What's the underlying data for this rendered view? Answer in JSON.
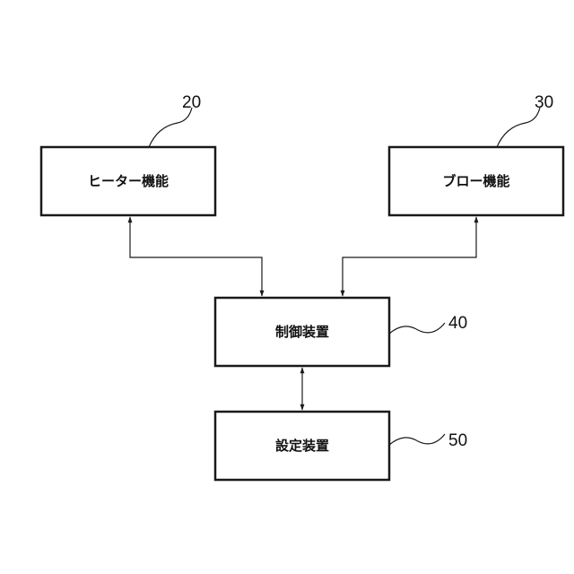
{
  "blocks": {
    "heater": {
      "label": "ヒーター機能",
      "ref": "20"
    },
    "blower": {
      "label": "ブロー機能",
      "ref": "30"
    },
    "controller": {
      "label": "制御装置",
      "ref": "40"
    },
    "setting": {
      "label": "設定装置",
      "ref": "50"
    }
  },
  "connections": [
    {
      "from": "heater",
      "to": "controller",
      "bidirectional": true
    },
    {
      "from": "blower",
      "to": "controller",
      "bidirectional": true
    },
    {
      "from": "controller",
      "to": "setting",
      "bidirectional": true
    }
  ]
}
